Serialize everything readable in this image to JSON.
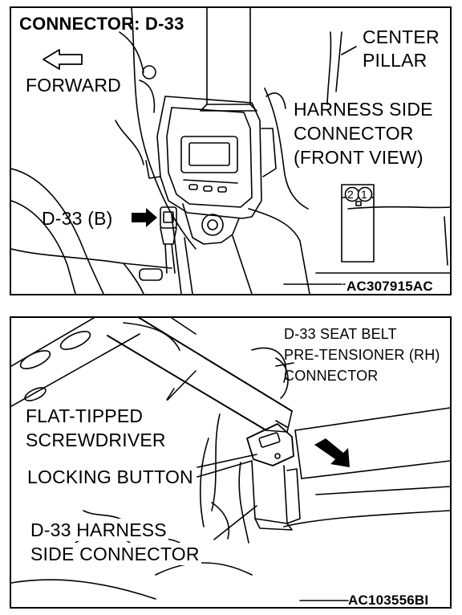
{
  "top_panel": {
    "title": "CONNECTOR: D-33",
    "forward_label": "FORWARD",
    "center_pillar_line1": "CENTER",
    "center_pillar_line2": "PILLAR",
    "harness_line1": "HARNESS SIDE",
    "harness_line2": "CONNECTOR",
    "harness_line3": "(FRONT VIEW)",
    "pin_2": "2",
    "pin_1": "1",
    "connector_callout": "D-33 (B)",
    "figure_code": "AC307915AC"
  },
  "bottom_panel": {
    "seatbelt_line1": "D-33 SEAT BELT",
    "seatbelt_line2": "PRE-TENSIONER (RH)",
    "seatbelt_line3": "CONNECTOR",
    "screwdriver_line1": "FLAT-TIPPED",
    "screwdriver_line2": "SCREWDRIVER",
    "locking_button": "LOCKING BUTTON",
    "harness_line1": "D-33 HARNESS",
    "harness_line2": "SIDE CONNECTOR",
    "figure_code": "AC103556BI"
  }
}
